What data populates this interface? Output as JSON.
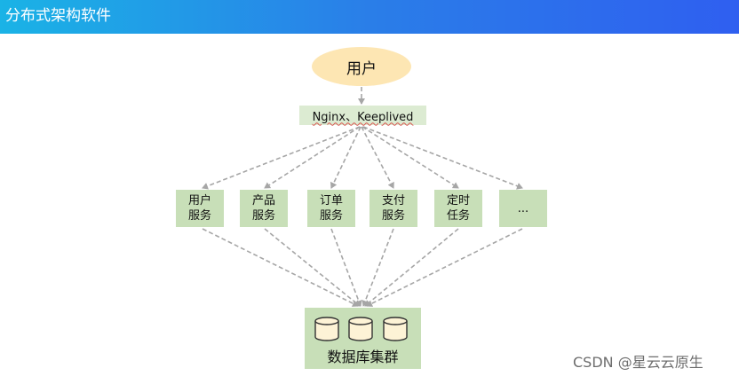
{
  "header": {
    "title": "分布式架构软件"
  },
  "diagram": {
    "user": "用户",
    "load_balancer": {
      "text": "Nginx、Keeplived"
    },
    "services": [
      {
        "label": "用户\n服务"
      },
      {
        "label": "产品\n服务"
      },
      {
        "label": "订单\n服务"
      },
      {
        "label": "支付\n服务"
      },
      {
        "label": "定时\n任务"
      },
      {
        "label": "..."
      }
    ],
    "database": {
      "label": "数据库集群",
      "icon": "database-cylinder-icon",
      "count": 3
    }
  },
  "watermark": "CSDN @星云云原生",
  "colors": {
    "header_start": "#1ab3e6",
    "header_end": "#2f5ff0",
    "user_fill": "#fde6b3",
    "lb_fill": "#dcebd2",
    "node_fill": "#c8dfb8",
    "edge": "#a6a6a6"
  }
}
